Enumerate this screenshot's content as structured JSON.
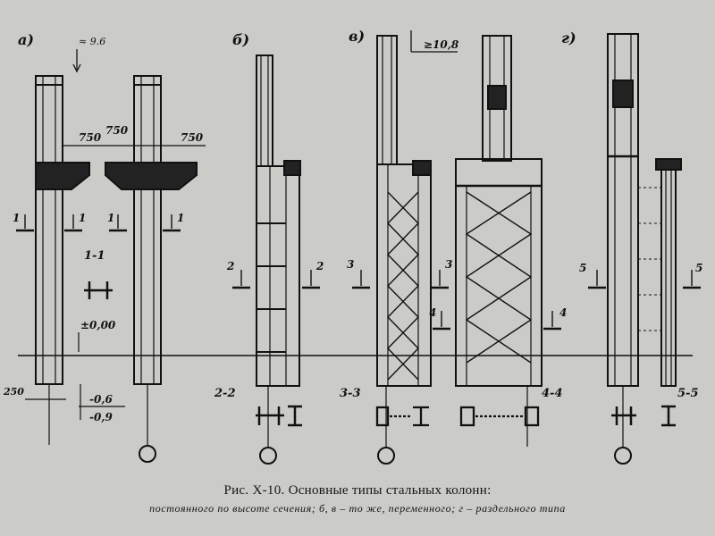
{
  "panels": {
    "a": "а)",
    "b": "б)",
    "v": "в)",
    "g": "г)"
  },
  "dims": {
    "top_a": "≈ 9.6",
    "top_v": "≥10,8",
    "w1": "750",
    "w2": "750",
    "w3": "750",
    "base_w": "250",
    "depth1": "-0,6",
    "depth2": "-0,9",
    "zero": "±0,00"
  },
  "sections": {
    "s1": "1",
    "s2": "2",
    "s3": "3",
    "s4": "4",
    "s5": "5",
    "t11": "1-1",
    "t22": "2-2",
    "t33": "3-3",
    "t44": "4-4",
    "t55": "5-5"
  },
  "caption": {
    "title": "Рис. X-10. Основные типы стальных колонн:",
    "subtitle": "постоянного по высоте сечения; б, в – то же, переменного; г – раздельного типа"
  }
}
